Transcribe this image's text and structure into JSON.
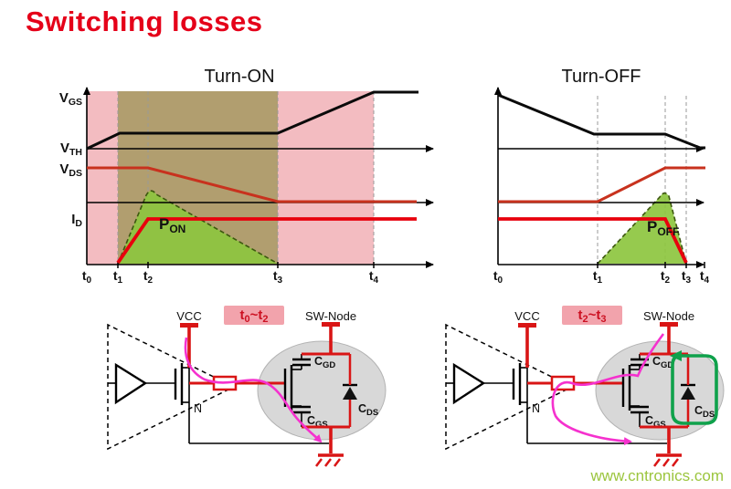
{
  "header": {
    "title": "Switching losses"
  },
  "footer": {
    "watermark": "www.cntronics.com"
  },
  "colors": {
    "title_red": "#e50019",
    "trace_red": "#e8000d",
    "vds_red": "#c8321e",
    "pink_region": "#f3bcc1",
    "power_green": "#8dc63f",
    "magenta_path": "#f531ce",
    "green_loop": "#0fa14b",
    "watermark_green": "#9bc53d",
    "interval_bg": "#f2a3ac"
  },
  "plots": {
    "signals": {
      "vgs": {
        "m": "V",
        "s": "GS"
      },
      "vth": {
        "m": "V",
        "s": "TH"
      },
      "vds": {
        "m": "V",
        "s": "DS"
      },
      "id": {
        "m": "I",
        "s": "D"
      }
    },
    "turn_on": {
      "title": "Turn-ON",
      "power": {
        "m": "P",
        "s": "ON"
      },
      "times": [
        {
          "m": "t",
          "s": "0"
        },
        {
          "m": "t",
          "s": "1"
        },
        {
          "m": "t",
          "s": "2"
        },
        {
          "m": "t",
          "s": "3"
        },
        {
          "m": "t",
          "s": "4"
        }
      ]
    },
    "turn_off": {
      "title": "Turn-OFF",
      "power": {
        "m": "P",
        "s": "OFF"
      },
      "times": [
        {
          "m": "t",
          "s": "0"
        },
        {
          "m": "t",
          "s": "1"
        },
        {
          "m": "t",
          "s": "2"
        },
        {
          "m": "t",
          "s": "3"
        },
        {
          "m": "t",
          "s": "4"
        }
      ]
    }
  },
  "circuits": {
    "left": {
      "vcc": "VCC",
      "sw_node": "SW-Node",
      "nmos": "N",
      "interval": {
        "am": "t",
        "as": "0",
        "sep": "~",
        "bm": "t",
        "bs": "2"
      },
      "caps": {
        "cgd": {
          "m": "C",
          "s": "GD"
        },
        "cgs": {
          "m": "C",
          "s": "GS"
        },
        "cds": {
          "m": "C",
          "s": "DS"
        }
      }
    },
    "right": {
      "vcc": "VCC",
      "sw_node": "SW-Node",
      "nmos": "N",
      "interval": {
        "am": "t",
        "as": "2",
        "sep": "~",
        "bm": "t",
        "bs": "3"
      },
      "caps": {
        "cgd": {
          "m": "C",
          "s": "GD"
        },
        "cgs": {
          "m": "C",
          "s": "GS"
        },
        "cds": {
          "m": "C",
          "s": "DS"
        }
      }
    }
  }
}
